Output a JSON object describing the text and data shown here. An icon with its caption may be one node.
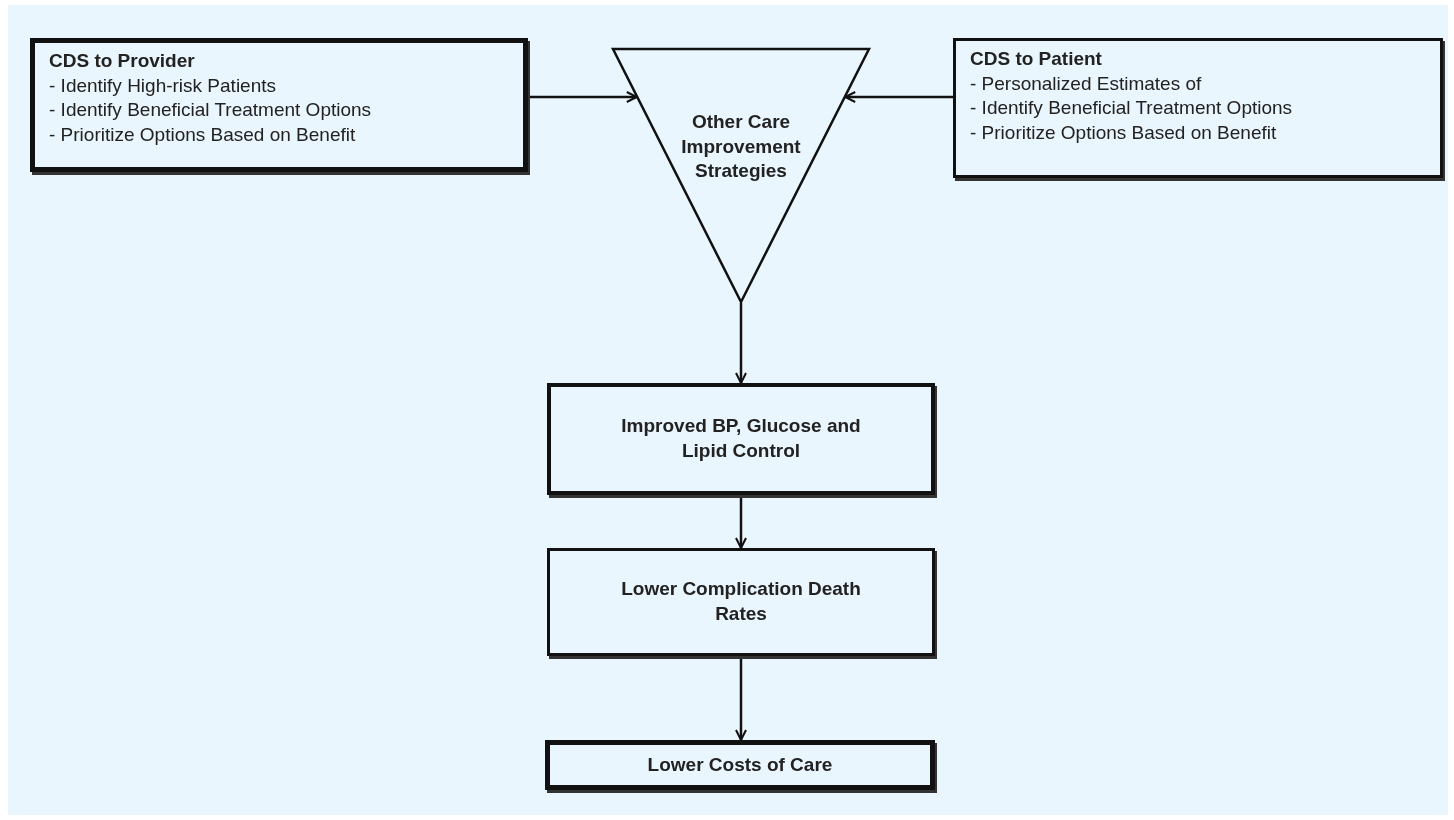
{
  "diagram": {
    "nodes": [
      {
        "text": [
          "CDS to Provider",
          "- Identify High-risk Patients",
          "- Identify Beneficial Treatment Options",
          "- Prioritize Options Based on Benefit"
        ]
      },
      {
        "text": [
          "Other Care Improvement Strategies"
        ]
      },
      {
        "text": [
          "CDS to Patient",
          "- Personalized Estimates of",
          "- Identify Beneficial Treatment Options",
          "- Prioritize Options Based on Benefit"
        ]
      },
      {
        "text": [
          "Improved BP, Glucose and Lipid Control"
        ]
      },
      {
        "text": [
          "Lower Complication Death Rates"
        ]
      },
      {
        "text": [
          "Lower Costs of Care"
        ]
      }
    ],
    "edges": [
      {
        "from": 0,
        "to": 1,
        "arrow": "to"
      },
      {
        "from": 2,
        "to": 1,
        "arrow": "to"
      },
      {
        "from": 1,
        "to": 3,
        "arrow": "to"
      },
      {
        "from": 3,
        "to": 4,
        "arrow": "to"
      },
      {
        "from": 4,
        "to": 5,
        "arrow": "to"
      }
    ]
  }
}
